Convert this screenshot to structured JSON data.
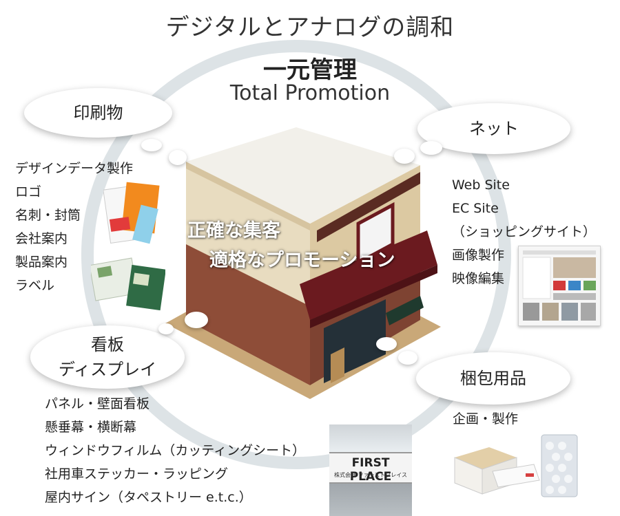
{
  "title": "デジタルとアナログの調和",
  "center": {
    "title": "一元管理",
    "subtitle": "Total Promotion",
    "overlay_line1": "正確な集客",
    "overlay_line2": "適格なプロモーション"
  },
  "categories": {
    "print": {
      "label": "印刷物",
      "items": [
        "デザインデータ製作",
        "ロゴ",
        "名刺・封筒",
        "会社案内",
        "製品案内",
        "ラベル"
      ]
    },
    "net": {
      "label": "ネット",
      "items": [
        "Web Site",
        "EC Site",
        "（ショッピングサイト）",
        "画像製作",
        "映像編集"
      ]
    },
    "signage": {
      "label_line1": "看板",
      "label_line2": "ディスプレイ",
      "items": [
        "パネル・壁面看板",
        "懸垂幕・横断幕",
        "ウィンドウフィルム（カッティングシート）",
        "社用車ステッカー・ラッピング",
        "屋内サイン（タペストリー e.t.c.）"
      ]
    },
    "packaging": {
      "label": "梱包用品",
      "items": [
        "企画・製作"
      ]
    }
  },
  "photo_signboard": {
    "main": "FIRST PLACE",
    "sub": "株式会社 ファーストプレイス"
  },
  "colors": {
    "ring": "#dde3e6",
    "awning": "#6b1a1f",
    "brick": "#8a4a36",
    "wall": "#e7d9b8"
  }
}
